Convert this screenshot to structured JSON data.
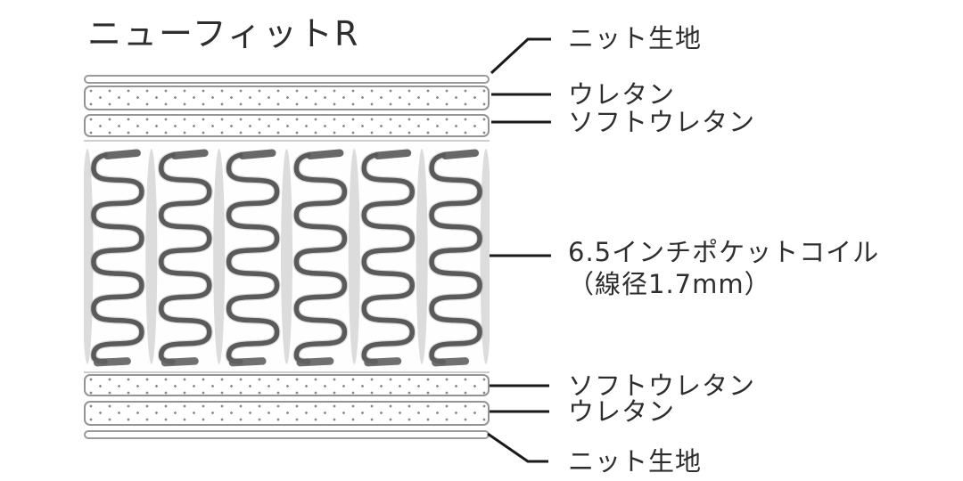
{
  "diagram": {
    "title": "ニューフィットR",
    "layers": {
      "top_knit": {
        "label": "ニット生地"
      },
      "top_urethane": {
        "label": "ウレタン"
      },
      "top_soft_urethane": {
        "label": "ソフトウレタン"
      },
      "coil": {
        "label_line1": "6.5インチポケットコイル",
        "label_line2": "（線径1.7mm）",
        "count": 6,
        "pockets": 7
      },
      "bottom_soft_urethane": {
        "label": "ソフトウレタン"
      },
      "bottom_urethane": {
        "label": "ウレタン"
      },
      "bottom_knit": {
        "label": "ニット生地"
      }
    },
    "colors": {
      "background": "#ffffff",
      "text": "#2e2e2e",
      "leader_line": "#1a1a1a",
      "wire": "#4f4f4f",
      "wire_halo": "#9b9b9b",
      "pocket_fabric": "#dcdcdc",
      "layer_border": "#949494",
      "dot": "#8a8a8a"
    }
  }
}
